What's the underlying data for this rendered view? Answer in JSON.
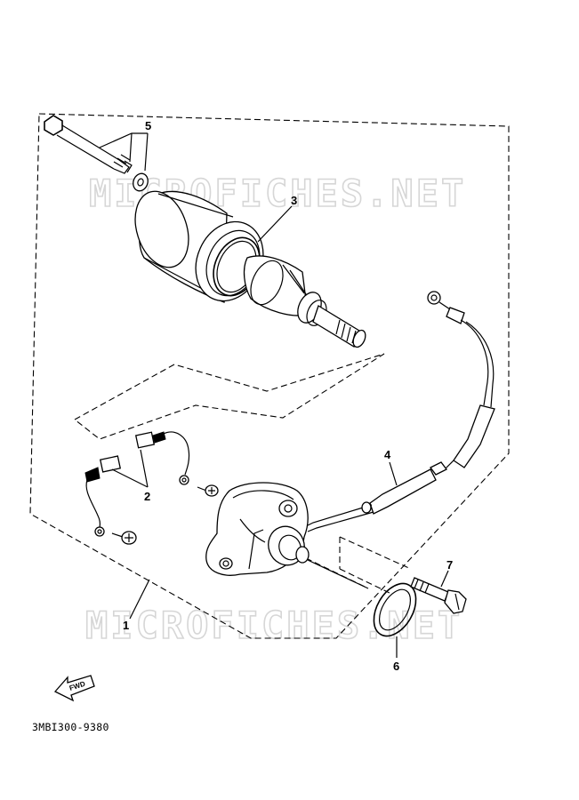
{
  "diagram": {
    "watermark_text": "MICROFICHES.NET",
    "diagram_code": "3MBI300-9380",
    "fwd_label": "FWD",
    "callouts": [
      {
        "id": "1",
        "label": "1"
      },
      {
        "id": "2",
        "label": "2"
      },
      {
        "id": "3",
        "label": "3"
      },
      {
        "id": "4",
        "label": "4"
      },
      {
        "id": "5",
        "label": "5"
      },
      {
        "id": "6",
        "label": "6"
      },
      {
        "id": "7",
        "label": "7"
      }
    ]
  }
}
